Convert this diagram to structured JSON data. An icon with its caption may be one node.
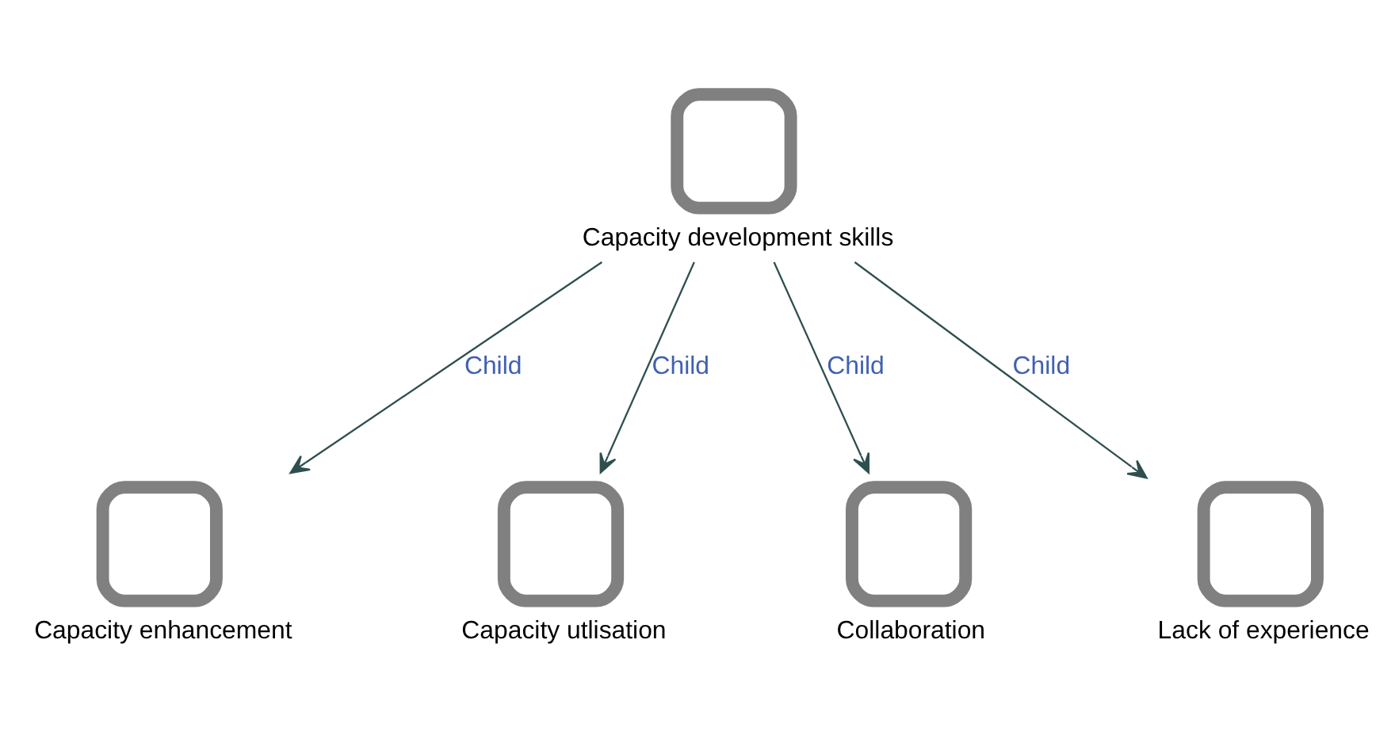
{
  "diagram": {
    "nodes": [
      {
        "text": [
          "Capacity development skills"
        ]
      },
      {
        "text": [
          "Capacity enhancement"
        ]
      },
      {
        "text": [
          "Capacity utlisation"
        ]
      },
      {
        "text": [
          "Collaboration"
        ]
      },
      {
        "text": [
          "Lack of experience"
        ]
      }
    ],
    "edges": [
      {
        "from": 0,
        "to": 1,
        "arrow": "to",
        "label": "Child"
      },
      {
        "from": 0,
        "to": 2,
        "arrow": "to",
        "label": "Child"
      },
      {
        "from": 0,
        "to": 3,
        "arrow": "to",
        "label": "Child"
      },
      {
        "from": 0,
        "to": 4,
        "arrow": "to",
        "label": "Child"
      }
    ]
  }
}
